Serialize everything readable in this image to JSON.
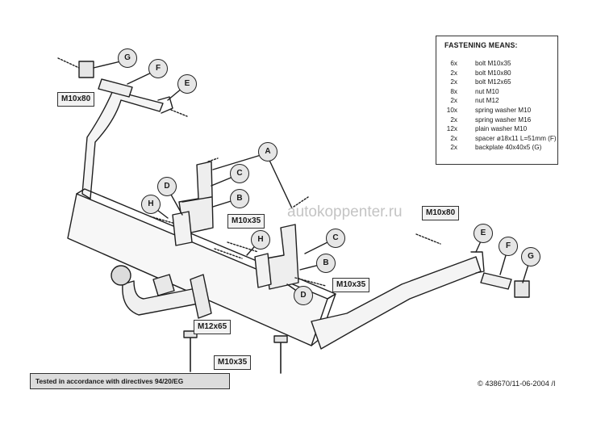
{
  "fastening": {
    "title": "FASTENING MEANS:",
    "items": [
      {
        "qty": "6x",
        "desc": "bolt M10x35"
      },
      {
        "qty": "2x",
        "desc": "bolt M10x80"
      },
      {
        "qty": "2x",
        "desc": "bolt M12x65"
      },
      {
        "qty": "8x",
        "desc": "nut M10"
      },
      {
        "qty": "2x",
        "desc": "nut M12"
      },
      {
        "qty": "10x",
        "desc": "spring washer M10"
      },
      {
        "qty": "2x",
        "desc": "spring washer M16"
      },
      {
        "qty": "12x",
        "desc": "plain washer M10"
      },
      {
        "qty": "2x",
        "desc": "spacer ø18x11 L=51mm (F)"
      },
      {
        "qty": "2x",
        "desc": "backplate 40x40x5 (G)"
      }
    ]
  },
  "bolt_labels": {
    "top_left": "M10x80",
    "right": "M10x80",
    "center_upper": "M10x35",
    "center_right": "M10x35",
    "bottom_left": "M12x65",
    "bottom_center": "M10x35"
  },
  "callouts": {
    "g_left": "G",
    "f_left": "F",
    "e_left": "E",
    "a": "A",
    "c_upper": "C",
    "b_upper": "B",
    "d_left": "D",
    "h_left": "H",
    "h_right": "H",
    "c_right": "C",
    "b_right": "B",
    "d_right": "D",
    "e_right": "E",
    "f_right": "F",
    "g_right": "G"
  },
  "note": "Tested in accordance with directives 94/20/EG",
  "copyright": "© 438670/11-06-2004 /I",
  "watermark": "autokoppenter.ru"
}
